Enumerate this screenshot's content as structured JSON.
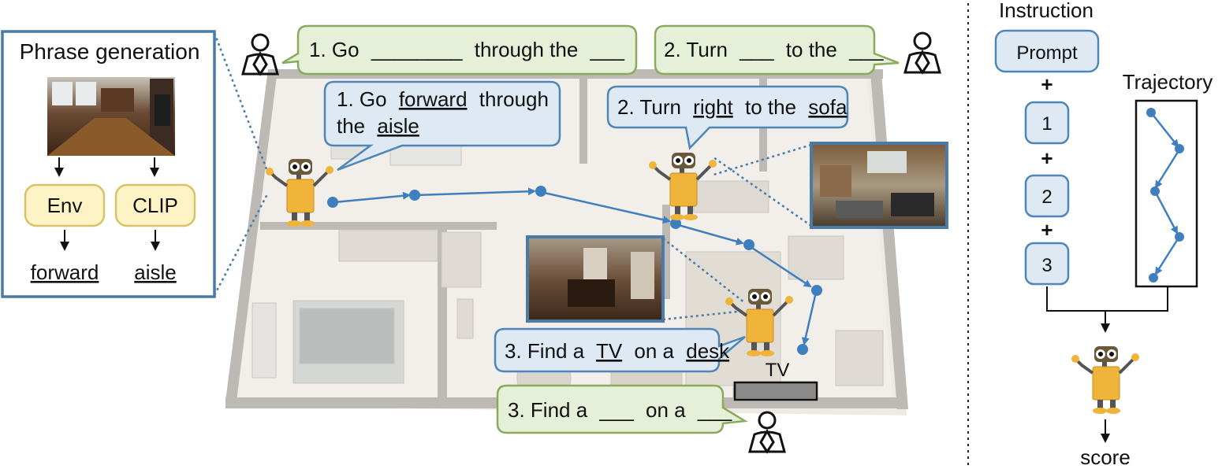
{
  "phrase_panel": {
    "title": "Phrase generation",
    "env_label": "Env",
    "clip_label": "CLIP",
    "env_output": "forward",
    "clip_output": "aisle"
  },
  "human_templates": {
    "t1": {
      "prefix": "1. Go",
      "blank1": "________",
      "middle": "through the",
      "blank2": "___"
    },
    "t2": {
      "prefix": "2. Turn",
      "blank1": "___",
      "middle": "to the",
      "blank2": "___"
    },
    "t3": {
      "prefix": "3. Find a",
      "blank1": "___",
      "middle": "on a",
      "blank2": "___"
    }
  },
  "robot_instructions": {
    "i1": {
      "prefix": "1. Go",
      "w1": "forward",
      "middle": "through",
      "line2_prefix": "the",
      "w2": "aisle"
    },
    "i2": {
      "prefix": "2. Turn",
      "w1": "right",
      "middle": "to the",
      "w2": "sofa"
    },
    "i3": {
      "prefix": "3. Find a",
      "w1": "TV",
      "middle": "on a",
      "w2": "desk"
    }
  },
  "tv_label": "TV",
  "right_panel": {
    "instruction_label": "Instruction",
    "prompt_label": "Prompt",
    "plus": "+",
    "steps": [
      "1",
      "2",
      "3"
    ],
    "trajectory_label": "Trajectory",
    "score_label": "score"
  },
  "colors": {
    "human_bubble_fill": "#e6efd8",
    "human_bubble_stroke": "#8aab5c",
    "robot_bubble_fill": "#dfe9f4",
    "robot_bubble_stroke": "#4f86b8",
    "module_fill": "#fdf3c4",
    "module_stroke": "#d8c267",
    "path_blue": "#3f7fbf",
    "panel_border": "#4a7ba6"
  }
}
